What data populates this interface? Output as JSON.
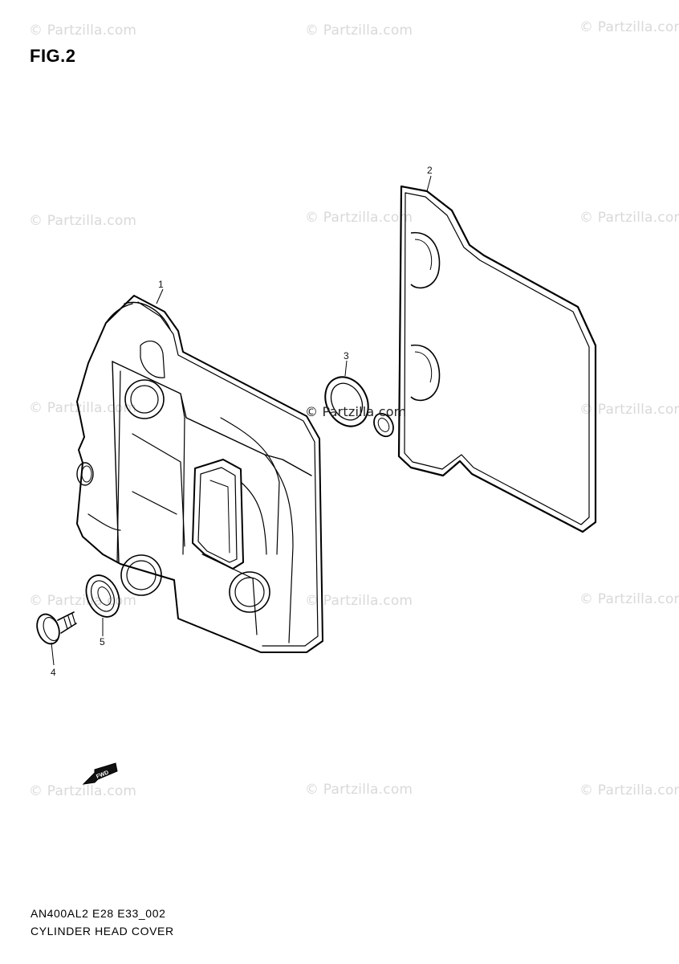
{
  "figure": {
    "title": "FIG.2"
  },
  "watermark": {
    "text": "© Partzilla.com",
    "center_text": "© Partzilla.com",
    "color": "#d9d9d9"
  },
  "parts": [
    {
      "number": "1"
    },
    {
      "number": "2"
    },
    {
      "number": "3"
    },
    {
      "number": "4"
    },
    {
      "number": "5"
    }
  ],
  "direction_marker": {
    "label": "FWD"
  },
  "caption": {
    "code": "AN400AL2 E28 E33_002",
    "name": "CYLINDER HEAD COVER"
  }
}
